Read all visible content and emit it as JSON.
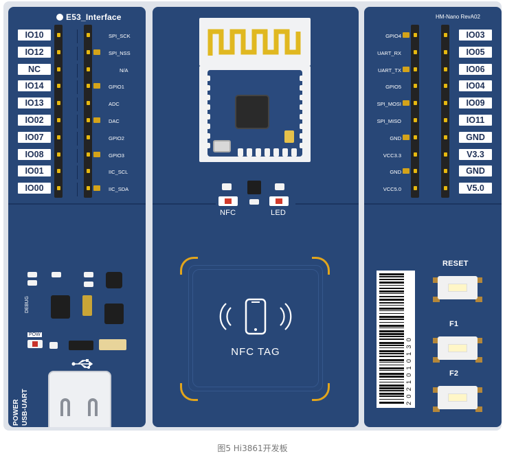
{
  "left": {
    "title": "E53_Interface",
    "io_labels": [
      "IO10",
      "IO12",
      "NC",
      "IO14",
      "IO13",
      "IO02",
      "IO07",
      "IO08",
      "IO01",
      "IO00"
    ],
    "pin_names": [
      "SPI_SCK",
      "SPI_NSS",
      "N/A",
      "GPIO1",
      "ADC",
      "DAC",
      "GPIO2",
      "GPIO3",
      "IIC_SCL",
      "IIC_SDA"
    ],
    "debug_label": "DEBUG",
    "pow_label": "POW",
    "power_label": "POWER",
    "usb_uart_label": "USB-UART"
  },
  "right": {
    "title": "HM-Nano RevA02",
    "pin_names": [
      "GPIO4",
      "UART_RX",
      "UART_TX",
      "GPIO5",
      "SPI_MOSI",
      "SPI_MISO",
      "GND",
      "VCC3.3",
      "GND",
      "VCC5.0"
    ],
    "io_labels": [
      "IO03",
      "IO05",
      "IO06",
      "IO04",
      "IO09",
      "IO11",
      "GND",
      "V3.3",
      "GND",
      "V5.0"
    ],
    "buttons": [
      "RESET",
      "F1",
      "F2"
    ],
    "barcode": "2021010130"
  },
  "center": {
    "nfc_label": "NFC",
    "led_label": "LED",
    "nfc_tag": "NFC TAG"
  },
  "caption": "图5 Hi3861开发板",
  "colors": {
    "board": "#284777",
    "gold": "#e7b90f",
    "white": "#ffffff"
  }
}
